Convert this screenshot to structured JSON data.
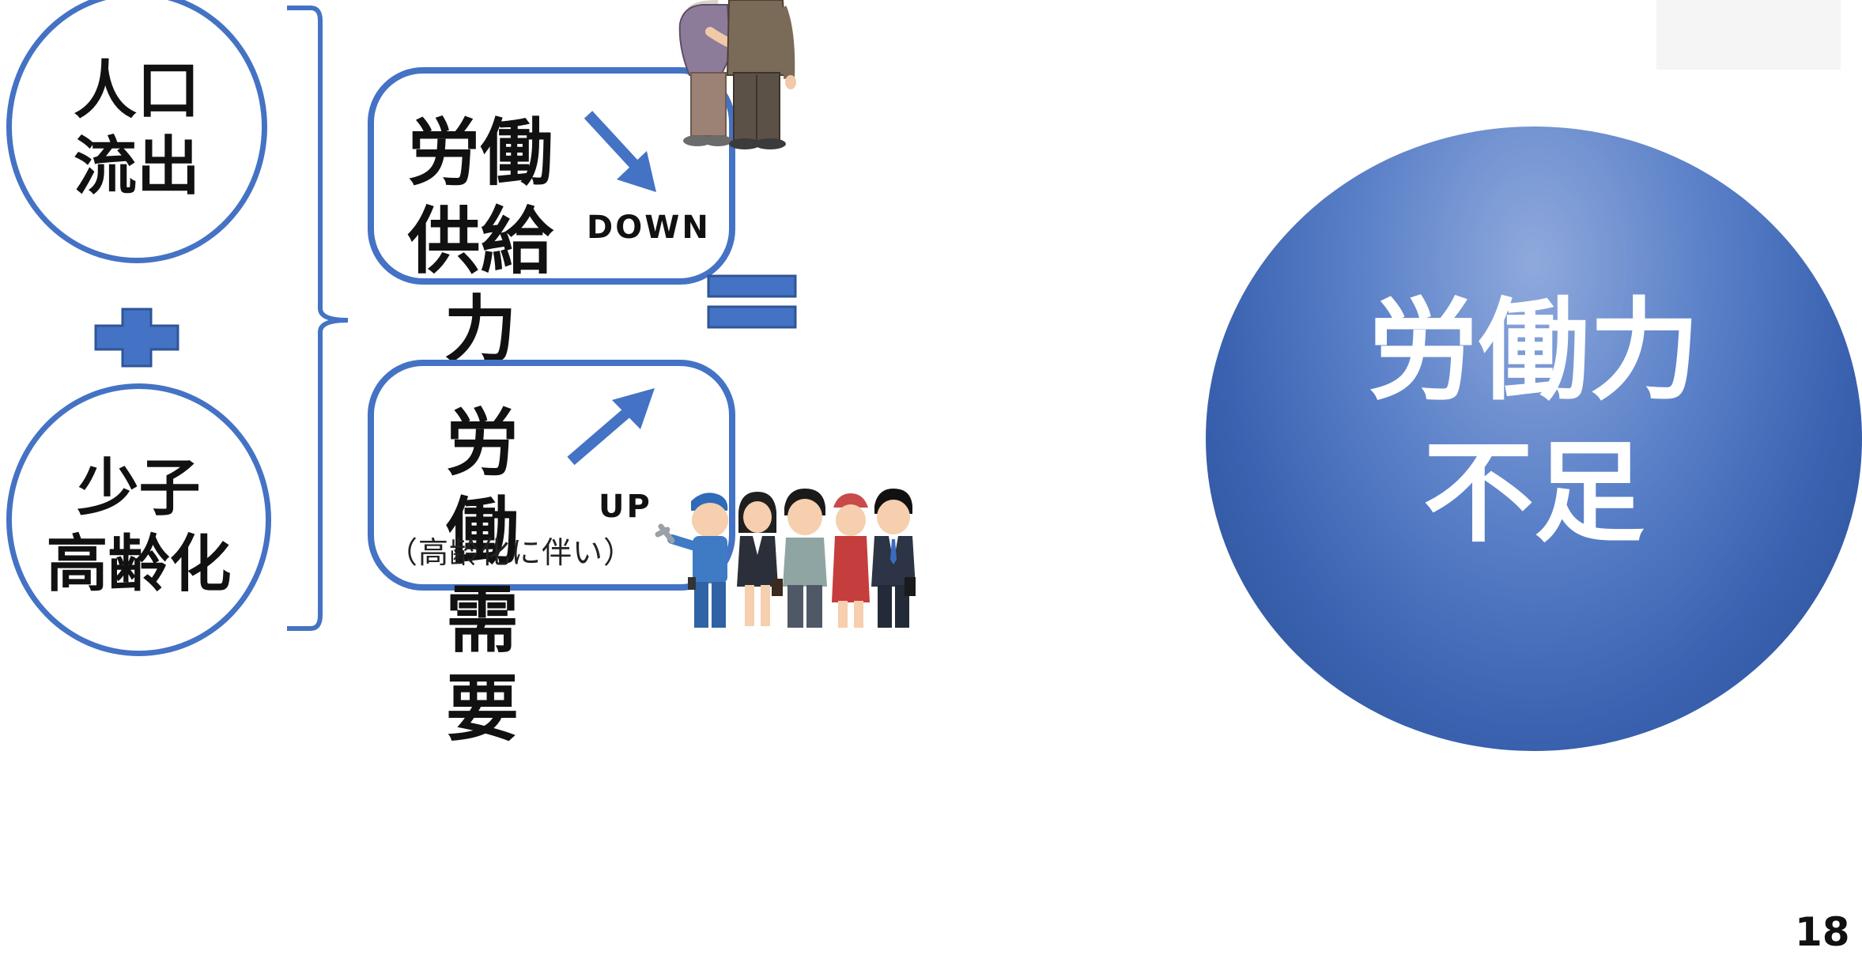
{
  "causes": {
    "outflow": [
      "人口",
      "流出"
    ],
    "aging": [
      "少子",
      "高齢化"
    ]
  },
  "supply": {
    "title": [
      "労働",
      "供給力"
    ],
    "trend": "DOWN"
  },
  "demand": {
    "title": [
      "労働",
      "需要"
    ],
    "trend": "UP",
    "note": "（高齢化に伴い）"
  },
  "result": [
    "労働力",
    "不足"
  ],
  "page_number": "18",
  "icons": {
    "plus": "plus-icon",
    "arrow_down": "arrow-down-right-icon",
    "arrow_up": "arrow-up-right-icon",
    "equals": "equals-icon",
    "elderly": "elderly-couple-illustration",
    "workers": "workers-group-illustration"
  },
  "colors": {
    "accent": "#4472c4",
    "result_fill": "#3a62b0",
    "text": "#111111"
  }
}
